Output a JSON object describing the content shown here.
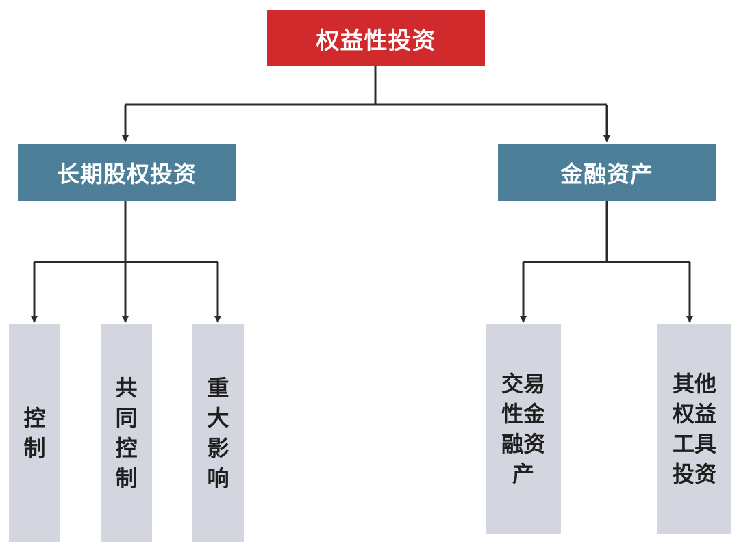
{
  "colors": {
    "root_fill": "#d12a2c",
    "level1_fill": "#4d7f98",
    "leaf_fill": "#d3d6df",
    "connector": "#2b2b2b"
  },
  "root": {
    "label": "权益性投资"
  },
  "left_branch": {
    "label": "长期股权投资",
    "children": [
      {
        "label": "控\n制"
      },
      {
        "label": "共\n同\n控\n制"
      },
      {
        "label": "重\n大\n影\n响"
      }
    ]
  },
  "right_branch": {
    "label": "金融资产",
    "children": [
      {
        "label": "交易\n性金\n融资\n产"
      },
      {
        "label": "其他\n权益\n工具\n投资"
      }
    ]
  }
}
